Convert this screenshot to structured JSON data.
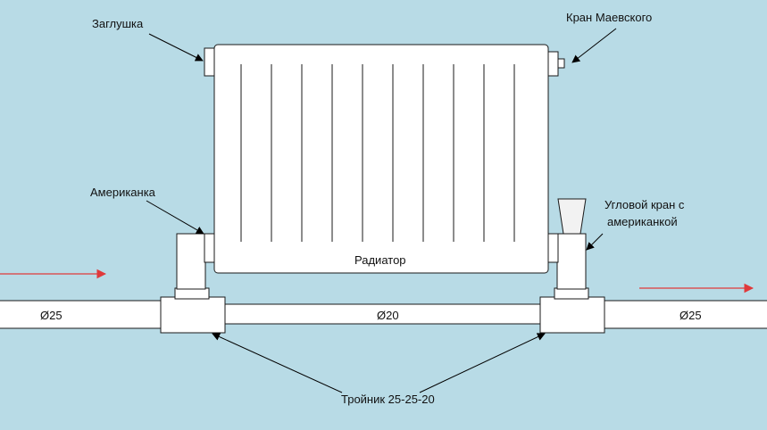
{
  "labels": {
    "plug": "Заглушка",
    "mayevsky_valve": "Кран Маевского",
    "union": "Американка",
    "angle_valve_line1": "Угловой кран с",
    "angle_valve_line2": "американкой",
    "radiator": "Радиатор",
    "tee": "Тройник 25-25-20",
    "pipe_left": "Ø25",
    "pipe_middle": "Ø20",
    "pipe_right": "Ø25"
  },
  "colors": {
    "background": "#b8dbe6",
    "part_fill": "#ffffff",
    "outline": "#1a1a1a",
    "flow_arrow": "#e0393b",
    "valve_handle": "#f2f2f2"
  }
}
